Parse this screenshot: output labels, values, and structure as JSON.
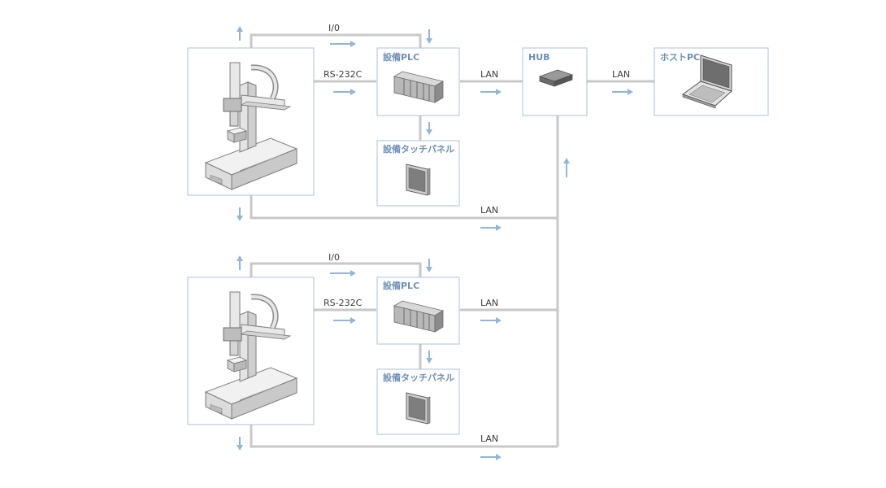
{
  "labels": {
    "io": "I/0",
    "rs232c": "RS-232C",
    "lan": "LAN"
  },
  "nodes": {
    "plc": "設備PLC",
    "touch_panel": "設備タッチパネル",
    "hub": "HUB",
    "host_pc": "ホストPC"
  },
  "colors": {
    "box_border": "#a9c3db",
    "box_title": "#6f8fb3",
    "line": "#c8c8c8",
    "arrow": "#93b5d6"
  },
  "icons": [
    "robot-machine-icon",
    "plc-unit-icon",
    "touch-panel-icon",
    "network-hub-icon",
    "laptop-icon"
  ]
}
